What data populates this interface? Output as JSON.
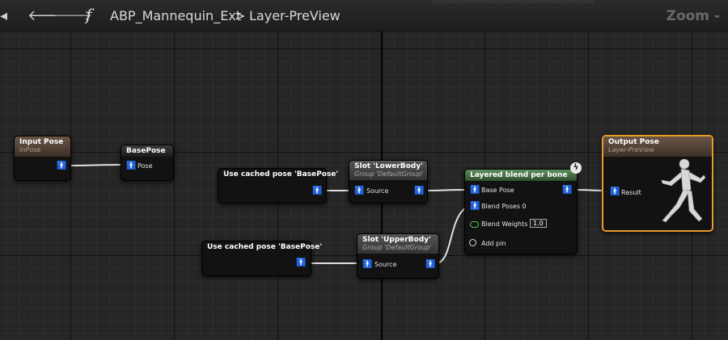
{
  "toolbar": {
    "back_icon": "arrow-left-icon",
    "forward_icon": "arrow-right-icon",
    "function_icon": "f",
    "asset": "ABP_Mannequin_Ext",
    "separator": ">",
    "graph": "Layer-PreView",
    "zoom_label": "Zoom -"
  },
  "nodes": {
    "input_pose": {
      "title": "Input Pose",
      "subtitle": "InPose"
    },
    "base_pose": {
      "title": "BasePose",
      "pin": "Pose"
    },
    "cached_1": {
      "title": "Use cached pose 'BasePose'"
    },
    "cached_2": {
      "title": "Use cached pose 'BasePose'"
    },
    "slot_lower": {
      "title": "Slot 'LowerBody'",
      "subtitle": "Group 'DefaultGroup'",
      "pin": "Source"
    },
    "slot_upper": {
      "title": "Slot 'UpperBody'",
      "subtitle": "Group 'DefaultGroup'",
      "pin": "Source"
    },
    "layered": {
      "title": "Layered blend per bone",
      "pin_base": "Base Pose",
      "pin_blend_poses": "Blend Poses 0",
      "pin_blend_weights": "Blend Weights 0",
      "blend_weight_value": "1.0",
      "add_pin": "Add pin"
    },
    "output": {
      "title": "Output Pose",
      "subtitle": "Layer-PreView",
      "pin": "Result"
    }
  },
  "colors": {
    "input_header": "#5a4a3e",
    "slot_header": "#4a4a4a",
    "layered_header": "#4d7a4d",
    "output_border": "#e89a2a",
    "wire": "#e0e0e0"
  }
}
